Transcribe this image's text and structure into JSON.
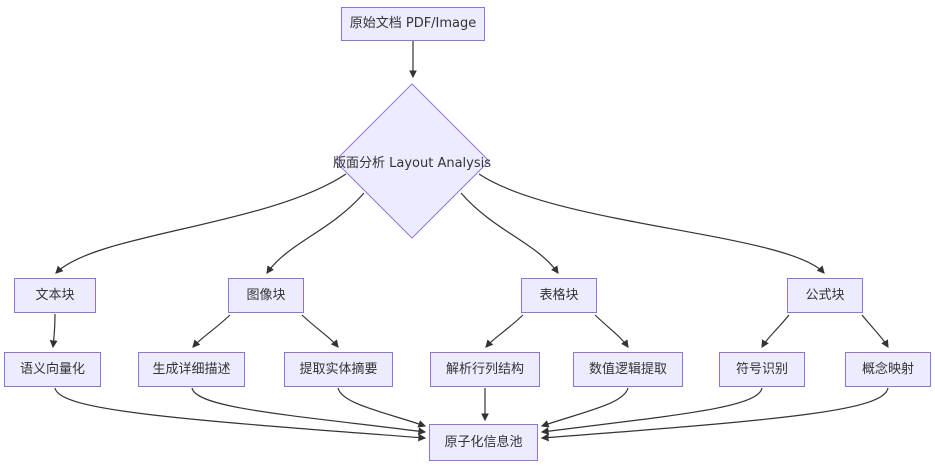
{
  "diagram": {
    "type": "flowchart",
    "direction": "top-down",
    "colors": {
      "node_fill": "#ECECFF",
      "node_border": "#9370DB",
      "edge_color": "#333333",
      "text_color": "#333333",
      "background": "#FFFFFF"
    }
  },
  "nodes": {
    "doc": {
      "label": "原始文档 PDF/Image",
      "shape": "rect"
    },
    "layout": {
      "label": "版面分析 Layout Analysis",
      "shape": "diamond"
    },
    "text_block": {
      "label": "文本块",
      "shape": "rect"
    },
    "image_block": {
      "label": "图像块",
      "shape": "rect"
    },
    "table_block": {
      "label": "表格块",
      "shape": "rect"
    },
    "formula_block": {
      "label": "公式块",
      "shape": "rect"
    },
    "vectorize": {
      "label": "语义向量化",
      "shape": "rect"
    },
    "describe": {
      "label": "生成详细描述",
      "shape": "rect"
    },
    "entity": {
      "label": "提取实体摘要",
      "shape": "rect"
    },
    "rowcol": {
      "label": "解析行列结构",
      "shape": "rect"
    },
    "numeric": {
      "label": "数值逻辑提取",
      "shape": "rect"
    },
    "symbol": {
      "label": "符号识别",
      "shape": "rect"
    },
    "concept": {
      "label": "概念映射",
      "shape": "rect"
    },
    "pool": {
      "label": "原子化信息池",
      "shape": "rect"
    }
  },
  "edges": [
    {
      "from": "doc",
      "to": "layout"
    },
    {
      "from": "layout",
      "to": "text_block"
    },
    {
      "from": "layout",
      "to": "image_block"
    },
    {
      "from": "layout",
      "to": "table_block"
    },
    {
      "from": "layout",
      "to": "formula_block"
    },
    {
      "from": "text_block",
      "to": "vectorize"
    },
    {
      "from": "image_block",
      "to": "describe"
    },
    {
      "from": "image_block",
      "to": "entity"
    },
    {
      "from": "table_block",
      "to": "rowcol"
    },
    {
      "from": "table_block",
      "to": "numeric"
    },
    {
      "from": "formula_block",
      "to": "symbol"
    },
    {
      "from": "formula_block",
      "to": "concept"
    },
    {
      "from": "vectorize",
      "to": "pool"
    },
    {
      "from": "describe",
      "to": "pool"
    },
    {
      "from": "entity",
      "to": "pool"
    },
    {
      "from": "rowcol",
      "to": "pool"
    },
    {
      "from": "numeric",
      "to": "pool"
    },
    {
      "from": "symbol",
      "to": "pool"
    },
    {
      "from": "concept",
      "to": "pool"
    }
  ]
}
